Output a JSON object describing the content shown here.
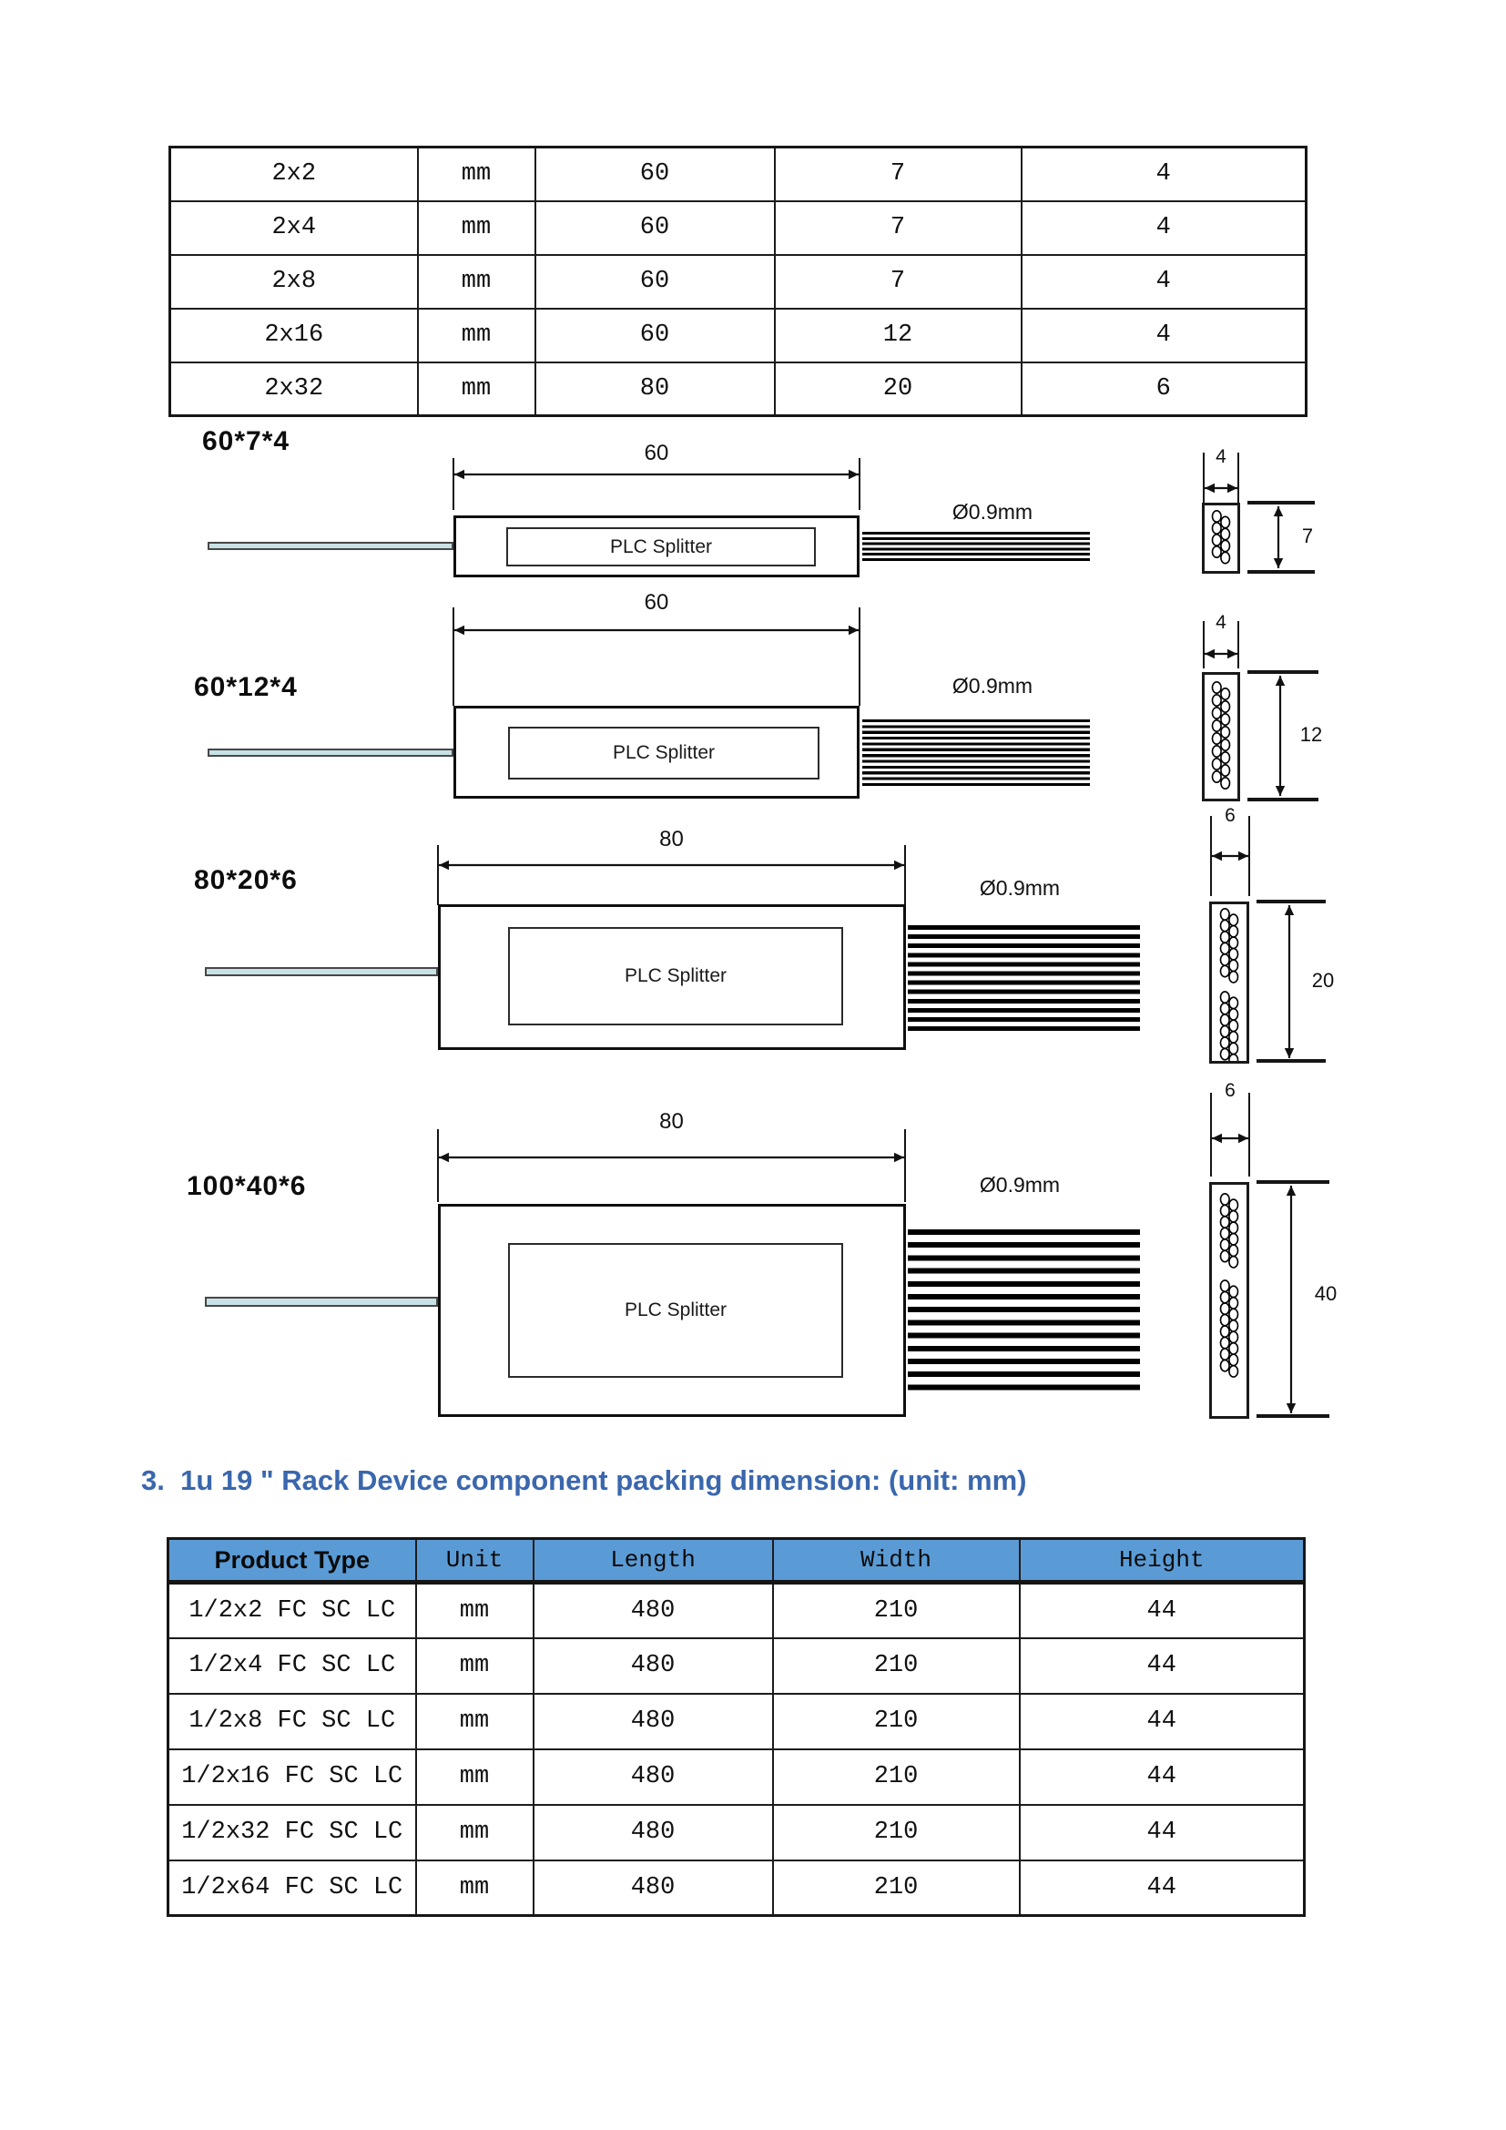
{
  "colors": {
    "heading_blue": "#3a67ad",
    "table_header_blue": "#5b9bd5",
    "fiber_fill": "#c7e2e6"
  },
  "top_table": {
    "rows": [
      [
        "2x2",
        "mm",
        "60",
        "7",
        "4"
      ],
      [
        "2x4",
        "mm",
        "60",
        "7",
        "4"
      ],
      [
        "2x8",
        "mm",
        "60",
        "7",
        "4"
      ],
      [
        "2x16",
        "mm",
        "60",
        "12",
        "4"
      ],
      [
        "2x32",
        "mm",
        "80",
        "20",
        "6"
      ]
    ]
  },
  "diagrams": [
    {
      "label": "60*7*4",
      "length": "60",
      "diameter": "Ø0.9mm",
      "body": "PLC Splitter",
      "end_width": "4",
      "end_height": "7"
    },
    {
      "label": "60*12*4",
      "length": "60",
      "diameter": "Ø0.9mm",
      "body": "PLC Splitter",
      "end_width": "4",
      "end_height": "12"
    },
    {
      "label": "80*20*6",
      "length": "80",
      "diameter": "Ø0.9mm",
      "body": "PLC Splitter",
      "end_width": "6",
      "end_height": "20"
    },
    {
      "label": "100*40*6",
      "length": "80",
      "diameter": "Ø0.9mm",
      "body": "PLC Splitter",
      "end_width": "6",
      "end_height": "40"
    }
  ],
  "heading": {
    "text": "3.  1u 19 \" Rack Device component packing dimension: (unit: mm)"
  },
  "bottom_table": {
    "headers": [
      "Product Type",
      "Unit",
      "Length",
      "Width",
      "Height"
    ],
    "rows": [
      [
        "1/2x2 FC SC LC",
        "mm",
        "480",
        "210",
        "44"
      ],
      [
        "1/2x4 FC SC LC",
        "mm",
        "480",
        "210",
        "44"
      ],
      [
        "1/2x8 FC SC LC",
        "mm",
        "480",
        "210",
        "44"
      ],
      [
        "1/2x16 FC SC LC",
        "mm",
        "480",
        "210",
        "44"
      ],
      [
        "1/2x32 FC SC LC",
        "mm",
        "480",
        "210",
        "44"
      ],
      [
        "1/2x64 FC SC LC",
        "mm",
        "480",
        "210",
        "44"
      ]
    ]
  }
}
